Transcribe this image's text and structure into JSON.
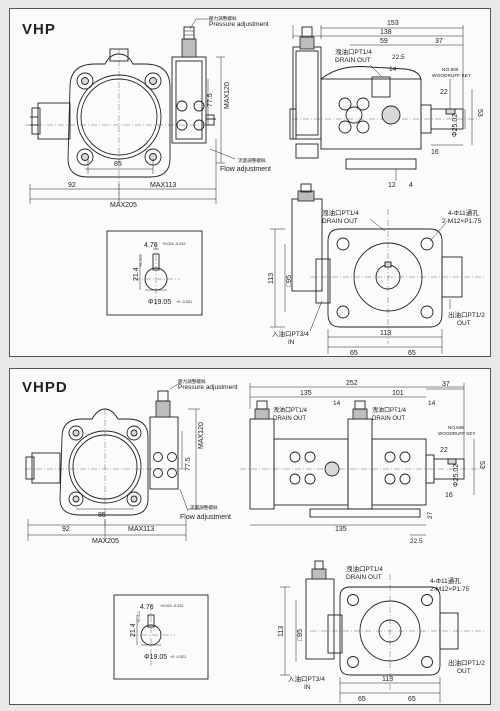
{
  "panels": {
    "top": {
      "title": "VHP",
      "front": {
        "pressure_cn": "壓力調整螺絲",
        "pressure_en": "Pressure adjustment",
        "flow_cn": "流量調整螺絲",
        "flow_en": "Flow adjustment",
        "d_77_5": "77.5",
        "d_max120": "MAX120",
        "d_85": "85",
        "d_92": "92",
        "d_max113": "MAX113",
        "d_max205": "MAX205"
      },
      "side": {
        "d_153": "153",
        "d_138": "138",
        "d_59": "59",
        "d_37": "37",
        "drain": "洩油口PT1/4",
        "drain_en": "DRAIN OUT",
        "d_22_5": "22.5",
        "d_14": "14",
        "key_no": "NO.606",
        "key": "WOODRUFF KEY",
        "d_22": "22",
        "d_53": "53",
        "d_phi": "Φ25.02",
        "d_16": "16",
        "d_12": "12",
        "d_4": "4"
      },
      "key_detail": {
        "d_476": "4.76",
        "d_476_tol": "+0.024 -0.012",
        "d_214": "21.4",
        "d_214_tol": "+0 -0.1",
        "d_1905": "Φ19.05",
        "d_1905_tol": "+0 -0.021"
      },
      "rear": {
        "drain": "洩油口PT1/4",
        "drain_en": "DRAIN OUT",
        "holes": "4-Φ11通孔",
        "thread": "2-M12×P1.75",
        "d_113v": "113",
        "d_95": "□95",
        "inlet": "入油口PT3/4",
        "inlet_en": "IN",
        "outlet": "出油口PT1/2",
        "outlet_en": "OUT",
        "d_113h": "113",
        "d_65a": "65",
        "d_65b": "65"
      }
    },
    "bottom": {
      "title": "VHPD",
      "front": {
        "pressure_cn": "壓力調整螺絲",
        "pressure_en": "Pressure adjustment",
        "flow_cn": "流量調整螺絲",
        "flow_en": "Flow adjustment",
        "d_77_5": "77.5",
        "d_max120": "MAX120",
        "d_85": "85",
        "d_92": "92",
        "d_max113": "MAX113",
        "d_max205": "MAX205"
      },
      "side": {
        "d_252": "252",
        "d_135a": "135",
        "d_101": "101",
        "d_37": "37",
        "drain1": "洩油口PT1/4",
        "drain1_en": "DRAIN OUT",
        "drain2": "洩油口PT1/4",
        "drain2_en": "DRAIN OUT",
        "d_14a": "14",
        "d_14b": "14",
        "key_no": "NO.606",
        "key": "WOODRUFF KEY",
        "d_22": "22",
        "d_53": "53",
        "d_phi": "Φ25.02",
        "d_16": "16",
        "d_135b": "135",
        "d_27": "27",
        "d_22_5": "22.5"
      },
      "key_detail": {
        "d_476": "4.76",
        "d_476_tol": "+0.024 -0.012",
        "d_214": "21.4",
        "d_214_tol": "+0 -0.1",
        "d_1905": "Φ19.05",
        "d_1905_tol": "+0 -0.021"
      },
      "rear": {
        "drain": "洩油口PT1/4",
        "drain_en": "DRAIN OUT",
        "holes": "4-Φ11通孔",
        "thread": "2-M12×P1.75",
        "d_113v": "113",
        "d_95": "□95",
        "inlet": "入油口PT3/4",
        "inlet_en": "IN",
        "outlet": "出油口PT1/2",
        "outlet_en": "OUT",
        "d_113h": "113",
        "d_65a": "65",
        "d_65b": "65"
      }
    }
  }
}
